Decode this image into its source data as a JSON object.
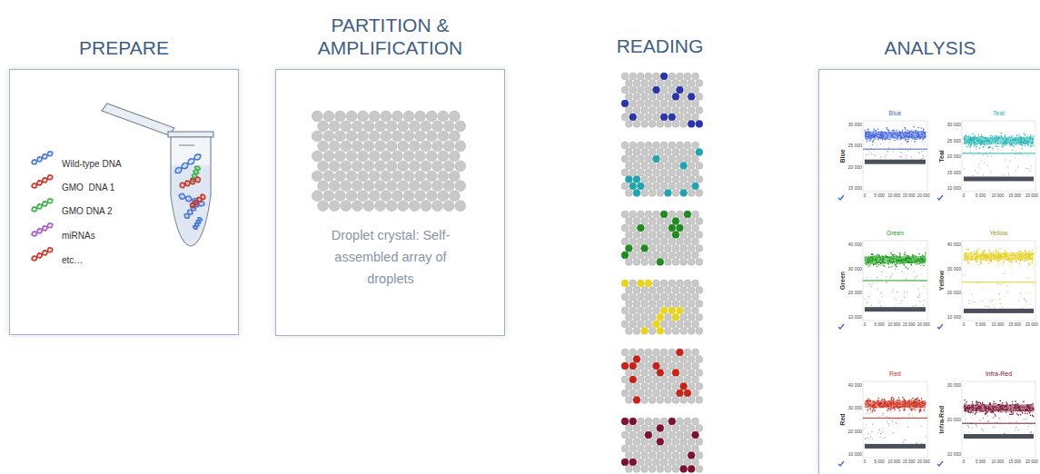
{
  "diagram": {
    "nodes": [
      {
        "text": [
          "PREPARE"
        ]
      },
      {
        "text": [
          "PARTITION & AMPLIFICATION",
          "Droplet crystal: Self-assembled array of droplets"
        ]
      },
      {
        "text": [
          "ANALYSIS"
        ]
      },
      {
        "text": [
          "Blue",
          "Blue",
          "30 000",
          "25 000",
          "20 000",
          "15 000",
          "0",
          "5 000",
          "10 000",
          "15 000",
          "20 000"
        ],
        "in": 2
      },
      {
        "text": [
          "Teal",
          "Teal",
          "30 000",
          "25 000",
          "20 000",
          "15 000",
          "10 000",
          "0",
          "5 000",
          "10 000",
          "15 000",
          "20 000"
        ],
        "in": 2
      },
      {
        "text": [
          "Green",
          "Green",
          "40 000",
          "30 000",
          "20 000",
          "10 000",
          "0",
          "5 000",
          "10 000",
          "15 000",
          "20 000"
        ],
        "in": 2
      },
      {
        "text": [
          "Yellow",
          "Yellow",
          "40 000",
          "30 000",
          "20 000",
          "10 000",
          "0",
          "5 000",
          "10 000",
          "15 000",
          "20 000"
        ],
        "in": 2
      },
      {
        "text": [
          "Red",
          "Red",
          "40 000",
          "30 000",
          "20 000",
          "10 000",
          "0",
          "5 000",
          "10 000",
          "15 000",
          "20 000"
        ],
        "in": 2
      },
      {
        "text": [
          "Infra-Red",
          "Infra-Red",
          "30 000",
          "20 000",
          "10 000",
          "0",
          "5 000",
          "10 000",
          "15 000",
          "20 000"
        ],
        "in": 2
      }
    ],
    "labels": [
      "READING"
    ],
    "legend": [
      {
        "text": "Wild-type DNA"
      },
      {
        "text": "GMO  DNA 1"
      },
      {
        "text": "GMO DNA 2"
      },
      {
        "text": "miRNAs"
      },
      {
        "text": "etc…"
      }
    ]
  }
}
